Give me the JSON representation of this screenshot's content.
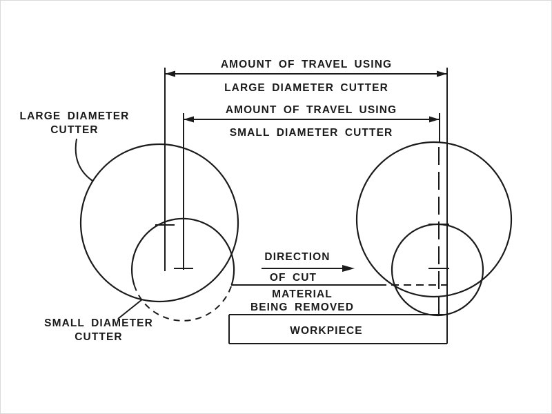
{
  "diagram": {
    "labels": {
      "travel_large_line1": "AMOUNT OF TRAVEL USING",
      "travel_large_line2": "LARGE DIAMETER CUTTER",
      "travel_small_line1": "AMOUNT OF TRAVEL USING",
      "travel_small_line2": "SMALL DIAMETER CUTTER",
      "large_cutter_line1": "LARGE DIAMETER",
      "large_cutter_line2": "CUTTER",
      "small_cutter_line1": "SMALL DIAMETER",
      "small_cutter_line2": "CUTTER",
      "direction_line1": "DIRECTION",
      "direction_line2": "OF CUT",
      "material_line1": "MATERIAL",
      "material_line2": "BEING REMOVED",
      "workpiece": "WORKPIECE"
    },
    "colors": {
      "ink": "#1b1b1b",
      "background": "#ffffff"
    }
  }
}
